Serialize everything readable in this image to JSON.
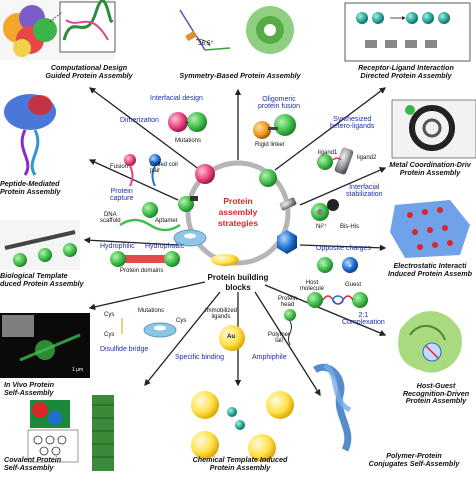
{
  "center": {
    "title": [
      "Protein",
      "assembly",
      "strategies"
    ],
    "blocks": [
      "Protein building",
      "blocks"
    ]
  },
  "titles": {
    "computational": [
      "Computational Design",
      "Guided Protein Assembly"
    ],
    "symmetry": "Symmetry-Based Protein Assembly",
    "receptor": [
      "Receptor-Ligand Interaction",
      "Directed Protein Assembly"
    ],
    "metal": [
      "Metal Coordination-Driv",
      "Protein Assembly"
    ],
    "electrostatic": [
      "Electrostatic Interacti",
      "Induced Protein Assemb"
    ],
    "hostguest": [
      "Host-Guest",
      "Recognition-Driven",
      "Protein Assembly"
    ],
    "polymer": [
      "Polymer-Protein",
      "Conjugates Self-Assembly"
    ],
    "chemical": [
      "Chemical Template Induced",
      "Protein Assembly"
    ],
    "covalent": [
      "Covalent Protein",
      "Self-Assembly"
    ],
    "invivo": [
      "In Vivo Protein",
      "Self-Assembly"
    ],
    "biological": [
      "Biological Template",
      "duced Protein Assembly"
    ],
    "peptide": [
      "Peptide-Mediated",
      "Protein Assembly"
    ]
  },
  "strategies": {
    "interfacial_design": "Interfacial design",
    "oligomeric": [
      "Oligomeric",
      "protein fusion"
    ],
    "synthesized": [
      "Synthesized",
      "hetero-ligands"
    ],
    "interfacial_stab": [
      "Interfacial",
      "stabilization"
    ],
    "opposite": "Opposite charges",
    "complexation": [
      "2:1",
      "Complexation"
    ],
    "amphiphile": "Amphiphile",
    "specific": "Specific binding",
    "disulfide": "Disulfide bridge",
    "hydrophilic": "Hydrophilic",
    "hydrophobic": "Hydrophobic",
    "capture": [
      "Protein",
      "capture"
    ],
    "dimerization": "Dimerization"
  },
  "small": {
    "mutations": "Mutations",
    "rigid_linker": "Rigid linker",
    "angle": "36.5°",
    "ligand1": "ligand1",
    "ligand2": "ligand2",
    "ni": "Ni²⁺",
    "bishis": "Bis-His",
    "host": [
      "Host",
      "molecule"
    ],
    "guest": "Guest",
    "protein_head": [
      "Protein",
      "head"
    ],
    "polymer_tail": [
      "Polymer",
      "tail"
    ],
    "immobilized": [
      "Immobilized",
      "ligands"
    ],
    "au": "Au",
    "mutations2": "Mutations",
    "cys": "Cys",
    "protein_domains": "Protein domains",
    "dna": [
      "DNA",
      "scaffold"
    ],
    "aptamer": "Aptamer",
    "fusion": "Fusion",
    "coiled": [
      "Coiled coil",
      "pair"
    ],
    "scale": "1 μm"
  },
  "colors": {
    "green": "#3fbf4a",
    "teal": "#2aa89a",
    "pink": "#e8417e",
    "orange": "#f29a1d",
    "blue": "#1f6fd1",
    "gray": "#9aa0a6",
    "lightblue": "#8ec6e6",
    "yellow": "#ffe14a",
    "red": "#d9262b",
    "strategyblue": "#1f2fa8"
  }
}
